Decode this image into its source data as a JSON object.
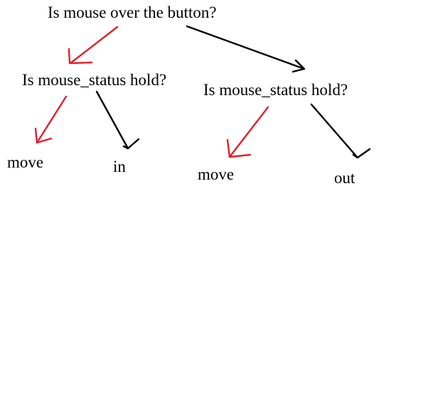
{
  "diagram": {
    "root": {
      "question": "Is mouse over the button?"
    },
    "left_branch": {
      "question": "Is mouse_status hold?",
      "yes_outcome": "move",
      "no_outcome": "in"
    },
    "right_branch": {
      "question": "Is mouse_status hold?",
      "yes_outcome": "move",
      "no_outcome": "out"
    }
  },
  "colors": {
    "yes_arrow": "#e0202a",
    "no_arrow": "#000000",
    "text": "#000000",
    "background": "#ffffff"
  }
}
